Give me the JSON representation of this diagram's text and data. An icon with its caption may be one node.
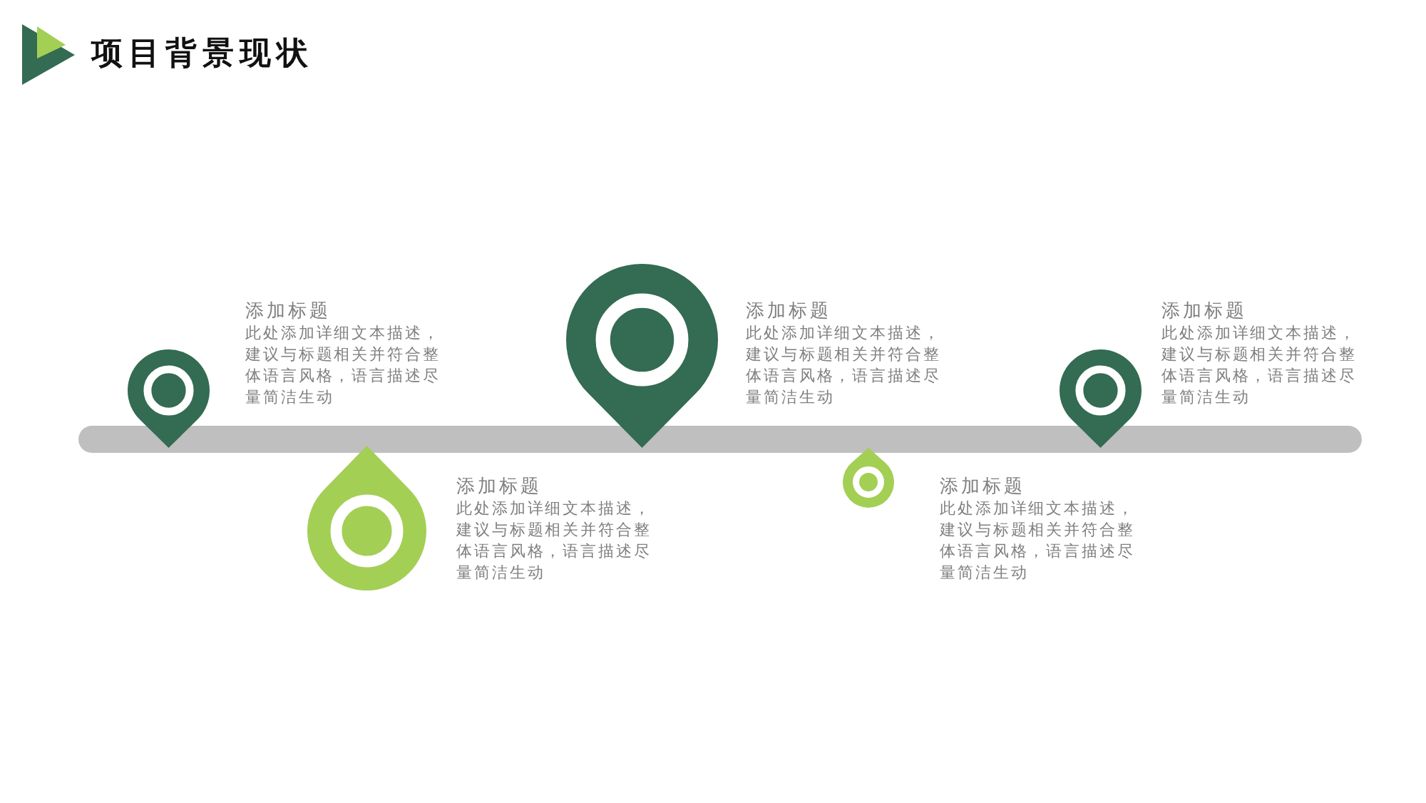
{
  "diagram": {
    "title": "项目背景现状",
    "nodes": [
      {
        "text": [],
        "shape": "bar"
      },
      {
        "text": [],
        "shape": "pin",
        "beside": [
          "添加标题",
          "此处添加详细文本描述，建议与标题相关并符合整体语言风格，语言描述尽量简洁生动"
        ]
      },
      {
        "text": [],
        "shape": "pin",
        "beside": [
          "添加标题",
          "此处添加详细文本描述，建议与标题相关并符合整体语言风格，语言描述尽量简洁生动"
        ]
      },
      {
        "text": [],
        "shape": "pin",
        "beside": [
          "添加标题",
          "此处添加详细文本描述，建议与标题相关并符合整体语言风格，语言描述尽量简洁生动"
        ]
      },
      {
        "text": [],
        "shape": "pin",
        "beside": [
          "添加标题",
          "此处添加详细文本描述，建议与标题相关并符合整体语言风格，语言描述尽量简洁生动"
        ]
      },
      {
        "text": [],
        "shape": "pin",
        "beside": [
          "添加标题",
          "此处添加详细文本描述，建议与标题相关并符合整体语言风格，语言描述尽量简洁生动"
        ]
      }
    ]
  }
}
